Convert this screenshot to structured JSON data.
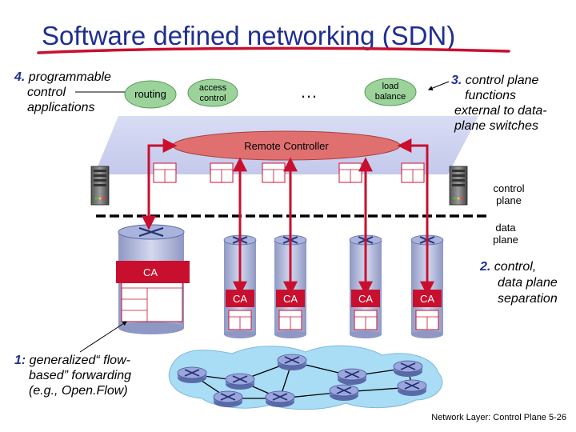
{
  "title": "Software defined networking (SDN)",
  "annotations": {
    "a4": {
      "num": "4.",
      "line1": " programmable",
      "line2": "control",
      "line3": "applications"
    },
    "a3": {
      "num": "3.",
      "line1": " control plane",
      "line2": "functions",
      "line3": "external to data-",
      "line4": "plane switches"
    },
    "a2": {
      "num": "2.",
      "line1": " control,",
      "line2": "data plane",
      "line3": "separation"
    },
    "a1": {
      "num": "1:",
      "line1": " generalized“ flow-",
      "line2": "based” forwarding",
      "line3": "(e.g., Open.Flow)"
    }
  },
  "apps": {
    "routing": "routing",
    "access_1": "access",
    "access_2": "control",
    "ellipsis": "…",
    "load_1": "load",
    "load_2": "balance"
  },
  "controller_label": "Remote Controller",
  "plane_labels": {
    "control_1": "control",
    "control_2": "plane",
    "data_1": "data",
    "data_2": "plane"
  },
  "ca_big": "CA",
  "ca_small": [
    "CA",
    "CA",
    "CA",
    "CA"
  ],
  "footer": "Network Layer: Control Plane 5-26",
  "colors": {
    "title": "#1f2f8f",
    "app_green": "#9bd39b",
    "controller": "#e07070",
    "red_arrow": "#c8102e",
    "switch_body": "#b8c0dc",
    "network_cloud": "#a9dcf5"
  }
}
